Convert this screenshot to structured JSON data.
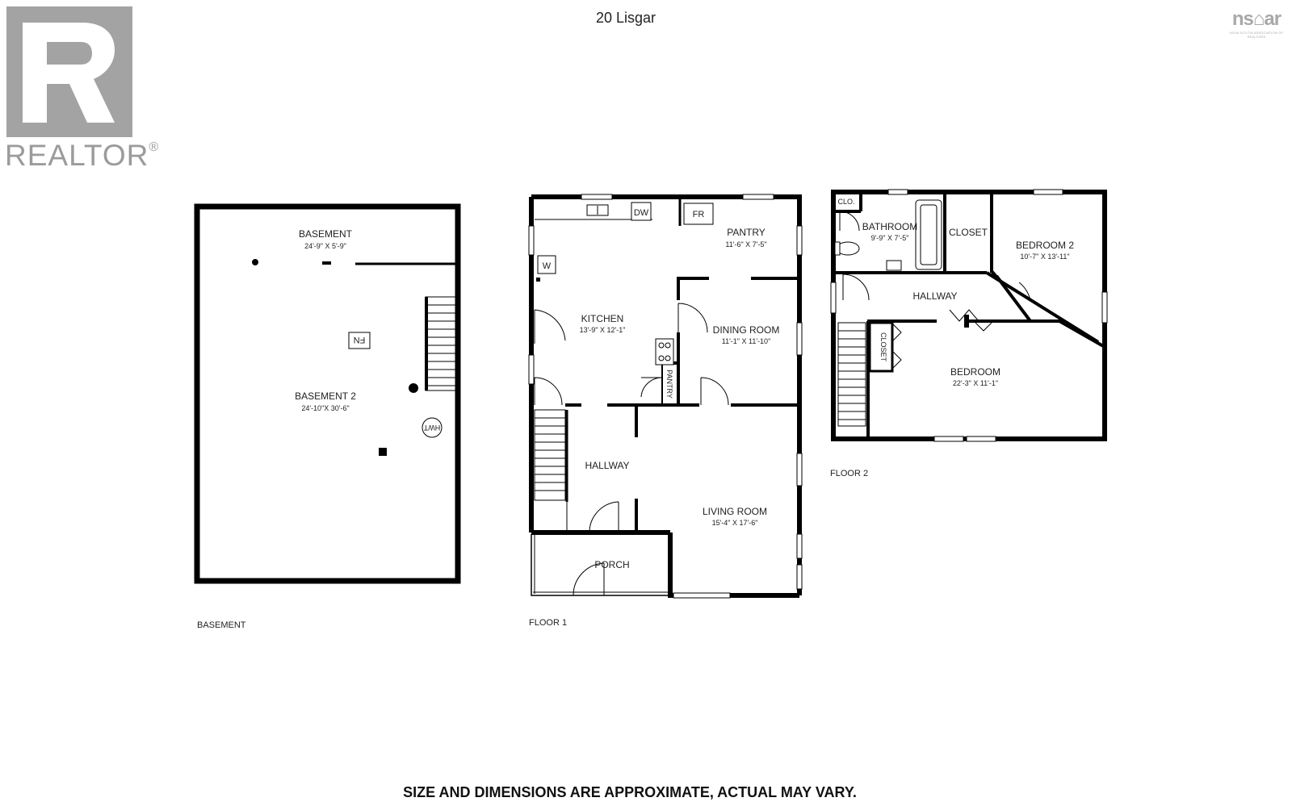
{
  "title": "20 Lisgar",
  "logos": {
    "realtor_text": "REALTOR",
    "realtor_mark": "®",
    "nsar_mark": "ns⌂ar",
    "nsar_subtitle": "NOVA SCOTIA ASSOCIATION OF REALTORS"
  },
  "floors": {
    "basement": {
      "label": "BASEMENT",
      "rooms": [
        {
          "name": "BASEMENT",
          "dims": "24'-9\" X 5'-9\""
        },
        {
          "name": "BASEMENT 2",
          "dims": "24'-10\"X 30'-6\""
        }
      ],
      "fixtures": {
        "furnace": "FN",
        "water_heater": "HWT"
      }
    },
    "floor1": {
      "label": "FLOOR 1",
      "rooms": [
        {
          "name": "PANTRY",
          "dims": "11'-6\" X 7'-5\""
        },
        {
          "name": "KITCHEN",
          "dims": "13'-9\" X 12'-1\""
        },
        {
          "name": "DINING ROOM",
          "dims": "11'-1\" X 11'-10\""
        },
        {
          "name": "PANTRY"
        },
        {
          "name": "HALLWAY"
        },
        {
          "name": "LIVING ROOM",
          "dims": "15'-4\" X 17'-6\""
        },
        {
          "name": "PORCH"
        }
      ],
      "fixtures": {
        "dishwasher": "DW",
        "fridge": "FR",
        "washer": "W"
      }
    },
    "floor2": {
      "label": "FLOOR 2",
      "rooms": [
        {
          "name": "CLO."
        },
        {
          "name": "BATHROOM",
          "dims": "9'-9\" X 7'-5\""
        },
        {
          "name": "CLOSET"
        },
        {
          "name": "BEDROOM 2",
          "dims": "10'-7\" X 13'-11\""
        },
        {
          "name": "HALLWAY"
        },
        {
          "name": "CLOSET"
        },
        {
          "name": "BEDROOM",
          "dims": "22'-3\" X 11'-1\""
        }
      ]
    }
  },
  "disclaimer": "SIZE AND DIMENSIONS ARE APPROXIMATE, ACTUAL MAY VARY."
}
